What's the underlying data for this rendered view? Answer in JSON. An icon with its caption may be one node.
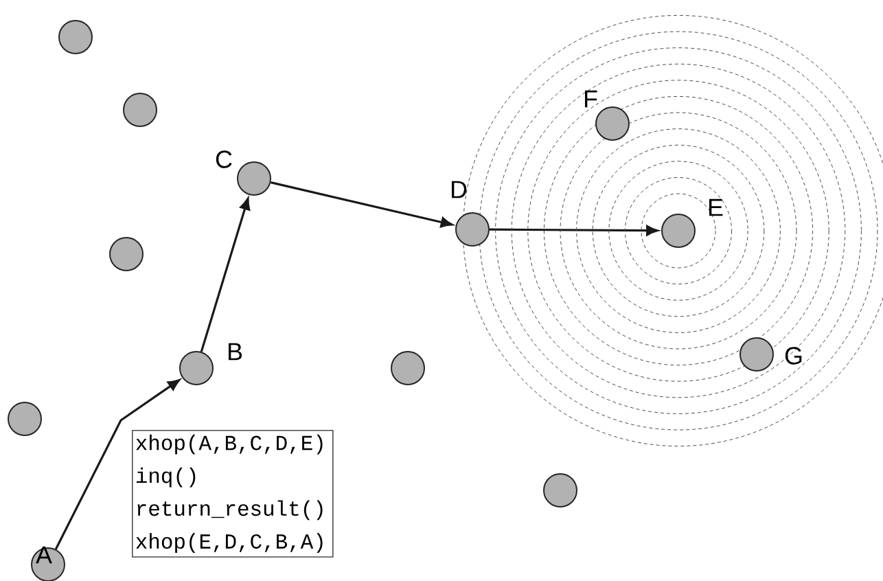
{
  "diagram": {
    "nodes": [
      {
        "text": [],
        "shape": "circle"
      },
      {
        "text": [],
        "shape": "circle"
      },
      {
        "text": [
          "C"
        ]
      },
      {
        "text": [
          "F"
        ]
      },
      {
        "text": [
          "D"
        ]
      },
      {
        "text": [
          "E"
        ]
      },
      {
        "text": [],
        "shape": "circle"
      },
      {
        "text": [
          "B"
        ]
      },
      {
        "text": [
          "G"
        ]
      },
      {
        "text": [],
        "shape": "circle"
      },
      {
        "text": [],
        "shape": "circle"
      },
      {
        "text": [
          "xhop(A,B,C,D,E)",
          "inq()",
          "return_result()",
          "xhop(E,D,C,B,A)"
        ]
      },
      {
        "text": [],
        "shape": "circle"
      },
      {
        "text": [
          "A"
        ]
      }
    ],
    "edges": [
      {
        "from": 13,
        "to": 7,
        "arrow": "to"
      },
      {
        "from": 7,
        "to": 2,
        "arrow": "to"
      },
      {
        "from": 2,
        "to": 4,
        "arrow": "to"
      },
      {
        "from": 4,
        "to": 5,
        "arrow": "to"
      }
    ]
  }
}
